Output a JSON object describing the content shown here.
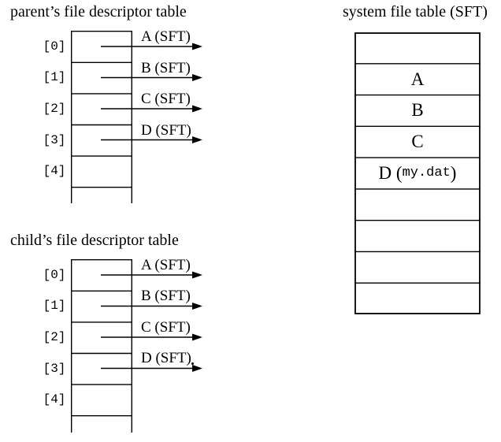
{
  "colors": {
    "background": "#ffffff",
    "ink": "#000000"
  },
  "parent_table": {
    "title": "parent’s file descriptor table",
    "slots": [
      {
        "index": "[0]",
        "points_to": "A (SFT)"
      },
      {
        "index": "[1]",
        "points_to": "B (SFT)"
      },
      {
        "index": "[2]",
        "points_to": "C (SFT)"
      },
      {
        "index": "[3]",
        "points_to": "D (SFT)"
      },
      {
        "index": "[4]"
      }
    ]
  },
  "child_table": {
    "title": "child’s file descriptor table",
    "slots": [
      {
        "index": "[0]",
        "points_to": "A (SFT)"
      },
      {
        "index": "[1]",
        "points_to": "B (SFT)"
      },
      {
        "index": "[2]",
        "points_to": "C (SFT)"
      },
      {
        "index": "[3]",
        "points_to": "D (SFT)"
      },
      {
        "index": "[4]"
      }
    ]
  },
  "sft": {
    "title": "system file table (SFT)",
    "rows": [
      {
        "text": ""
      },
      {
        "text": "A"
      },
      {
        "text": "B"
      },
      {
        "text": "C"
      },
      {
        "prefix": "D (",
        "file": "my.dat",
        "suffix": ")"
      },
      {
        "text": ""
      },
      {
        "text": ""
      },
      {
        "text": ""
      },
      {
        "text": ""
      }
    ]
  }
}
